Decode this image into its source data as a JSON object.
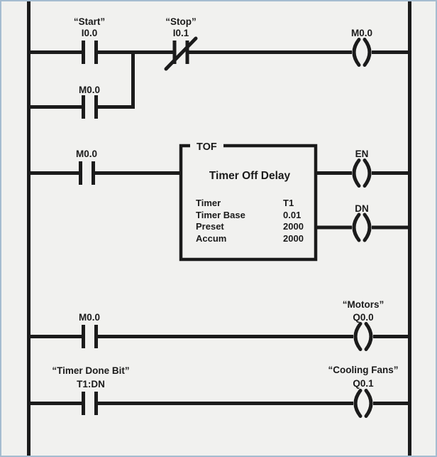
{
  "colors": {
    "line": "#1b1b1b",
    "background": "#f1f1ef",
    "frame_border": "#a5bcd0"
  },
  "ladder": {
    "rung1": {
      "start_label": "“Start”",
      "start_address": "I0.0",
      "stop_label": "“Stop”",
      "stop_address": "I0.1",
      "seal_in_address": "M0.0",
      "coil_address": "M0.0"
    },
    "rung2": {
      "contact_address": "M0.0",
      "timer_block": {
        "instruction": "TOF",
        "title": "Timer Off Delay",
        "params": [
          {
            "name": "Timer",
            "value": "T1"
          },
          {
            "name": "Timer Base",
            "value": "0.01"
          },
          {
            "name": "Preset",
            "value": "2000"
          },
          {
            "name": "Accum",
            "value": "2000"
          }
        ],
        "output_en": "EN",
        "output_dn": "DN"
      }
    },
    "rung3": {
      "contact_address": "M0.0",
      "coil_label": "“Motors”",
      "coil_address": "Q0.0"
    },
    "rung4": {
      "contact_label": "“Timer Done Bit”",
      "contact_address": "T1:DN",
      "coil_label": "“Cooling Fans”",
      "coil_address": "Q0.1"
    }
  }
}
